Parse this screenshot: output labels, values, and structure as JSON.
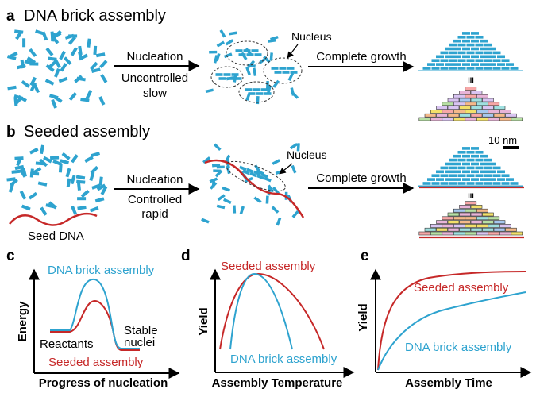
{
  "panel_a": {
    "letter": "a",
    "title": "DNA brick assembly",
    "nucleus_label": "Nucleus",
    "arrow1_lines": [
      "Nucleation",
      "Uncontrolled",
      "slow"
    ],
    "arrow2_label": "Complete growth",
    "equiv": "III"
  },
  "panel_b": {
    "letter": "b",
    "title": "Seeded assembly",
    "nucleus_label": "Nucleus",
    "arrow1_lines": [
      "Nucleation",
      "Controlled",
      "rapid"
    ],
    "arrow2_label": "Complete growth",
    "equiv": "III",
    "seed_label": "Seed DNA"
  },
  "scale_bar": "10 nm",
  "colors": {
    "brick": "#2ea3cf",
    "seed": "#c62828",
    "brick_curve": "#2ea3cf",
    "seeded_curve": "#c62828"
  },
  "panel_c": {
    "letter": "c",
    "ylabel": "Energy",
    "xlabel": "Progress of nucleation",
    "brick_label": "DNA brick assembly",
    "seeded_label": "Seeded assembly",
    "reactants_label": "Reactants",
    "stable_lines": [
      "Stable",
      "nuclei"
    ]
  },
  "panel_d": {
    "letter": "d",
    "ylabel": "Yield",
    "xlabel": "Assembly Temperature",
    "seeded_label": "Seeded assembly",
    "brick_label": "DNA brick assembly"
  },
  "panel_e": {
    "letter": "e",
    "ylabel": "Yield",
    "xlabel": "Assembly Time",
    "seeded_label": "Seeded assembly",
    "brick_label": "DNA brick assembly"
  }
}
